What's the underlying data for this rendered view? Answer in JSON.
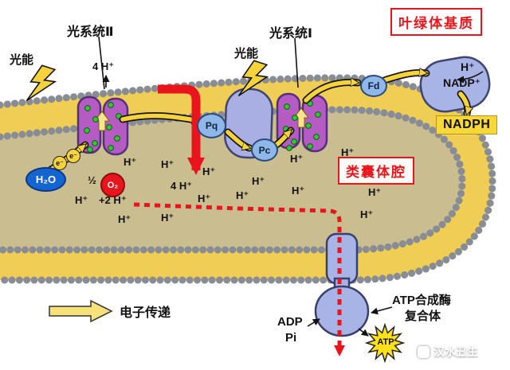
{
  "regions": {
    "stroma_label": "叶绿体基质",
    "lumen_label": "类囊体腔"
  },
  "complexes": {
    "ps2": "光系统Ⅱ",
    "ps1": "光系统Ⅰ",
    "pq": "Pq",
    "pc": "Pc",
    "fd": "Fd",
    "atp_synthase_line1": "ATP合成酶",
    "atp_synthase_line2": "复合体"
  },
  "molecules": {
    "h2o": "H₂O",
    "half": "½",
    "o2": "O₂",
    "plus_two_h": "+2 H⁺",
    "h_plus": "H⁺",
    "four_h_top": "4 H⁺",
    "four_h_mid": "4 H⁺",
    "h_plus_right": "H⁺",
    "nadp_plus": "NADP⁺",
    "nadph": "NADPH",
    "adp": "ADP",
    "pi": "Pi",
    "atp": "ATP",
    "electron": "e⁻"
  },
  "annotations": {
    "light_energy_left": "光能",
    "light_energy_right": "光能",
    "legend_electron_transport": "电子传递",
    "watermark": "汉水丑生"
  },
  "colors": {
    "membrane_yellow": "#f0cd55",
    "lumen_tan": "#cabd90",
    "bead_gray": "#878c95",
    "photosystem_purple": "#b55cc4",
    "protein_blue": "#a9b4e6",
    "electron_arrow_yellow": "#f6d33c",
    "proton_red": "#e8161c",
    "nadph_bg": "#f7d839",
    "water_blue": "#1464d2",
    "atp_star_yellow": "#ffe118"
  },
  "h_ion_count": 14
}
